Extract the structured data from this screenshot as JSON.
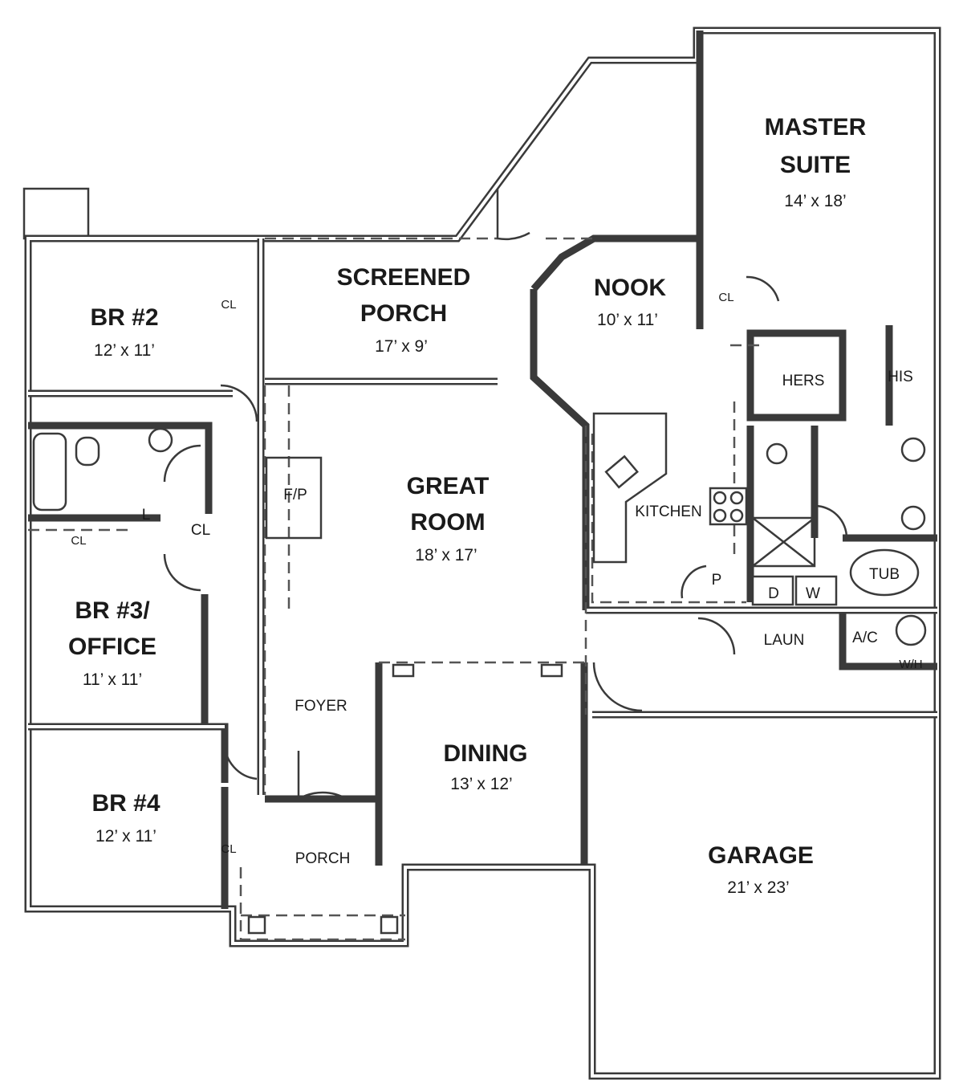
{
  "rooms": {
    "master_suite": {
      "name_line1": "MASTER",
      "name_line2": "SUITE",
      "dim": "14’ x 18’"
    },
    "screened_porch": {
      "name_line1": "SCREENED",
      "name_line2": "PORCH",
      "dim": "17’ x 9’"
    },
    "nook": {
      "name": "NOOK",
      "dim": "10’ x 11’"
    },
    "br2": {
      "name": "BR #2",
      "dim": "12’ x 11’"
    },
    "great_room": {
      "name_line1": "GREAT",
      "name_line2": "ROOM",
      "dim": "18’ x 17’"
    },
    "kitchen": {
      "name": "KITCHEN"
    },
    "br3": {
      "name_line1": "BR #3/",
      "name_line2": "OFFICE",
      "dim": "11’ x 11’"
    },
    "foyer": {
      "name": "FOYER"
    },
    "dining": {
      "name": "DINING",
      "dim": "13’ x 12’"
    },
    "br4": {
      "name": "BR #4",
      "dim": "12’ x 11’"
    },
    "porch": {
      "name": "PORCH"
    },
    "garage": {
      "name": "GARAGE",
      "dim": "21’ x 23’"
    },
    "laundry": {
      "name": "LAUN"
    }
  },
  "labels": {
    "closet": "CL",
    "hers": "HERS",
    "his": "HIS",
    "fireplace": "F/P",
    "linen": "L",
    "pantry": "P",
    "tub": "TUB",
    "dryer": "D",
    "washer": "W",
    "ac": "A/C",
    "water_heater": "W/H"
  }
}
